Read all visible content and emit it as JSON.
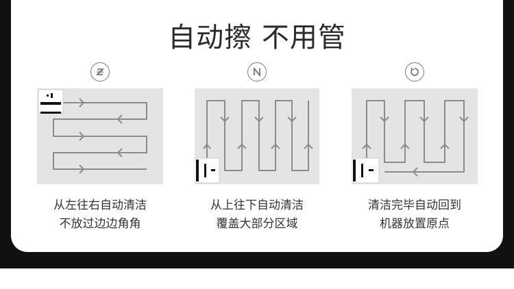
{
  "title": "自动擦 不用管",
  "colors": {
    "background": "#111111",
    "card": "#ffffff",
    "panel": "#e4e4e4",
    "path": "#8a8a8a"
  },
  "modes": [
    {
      "icon": "z-pattern-icon",
      "caption_line1": "从左往右自动清洁",
      "caption_line2": "不放过边边角角"
    },
    {
      "icon": "n-pattern-icon",
      "caption_line1": "从上往下自动清洁",
      "caption_line2": "覆盖大部分区域"
    },
    {
      "icon": "return-icon",
      "caption_line1": "清洁完毕自动回到",
      "caption_line2": "机器放置原点"
    }
  ]
}
